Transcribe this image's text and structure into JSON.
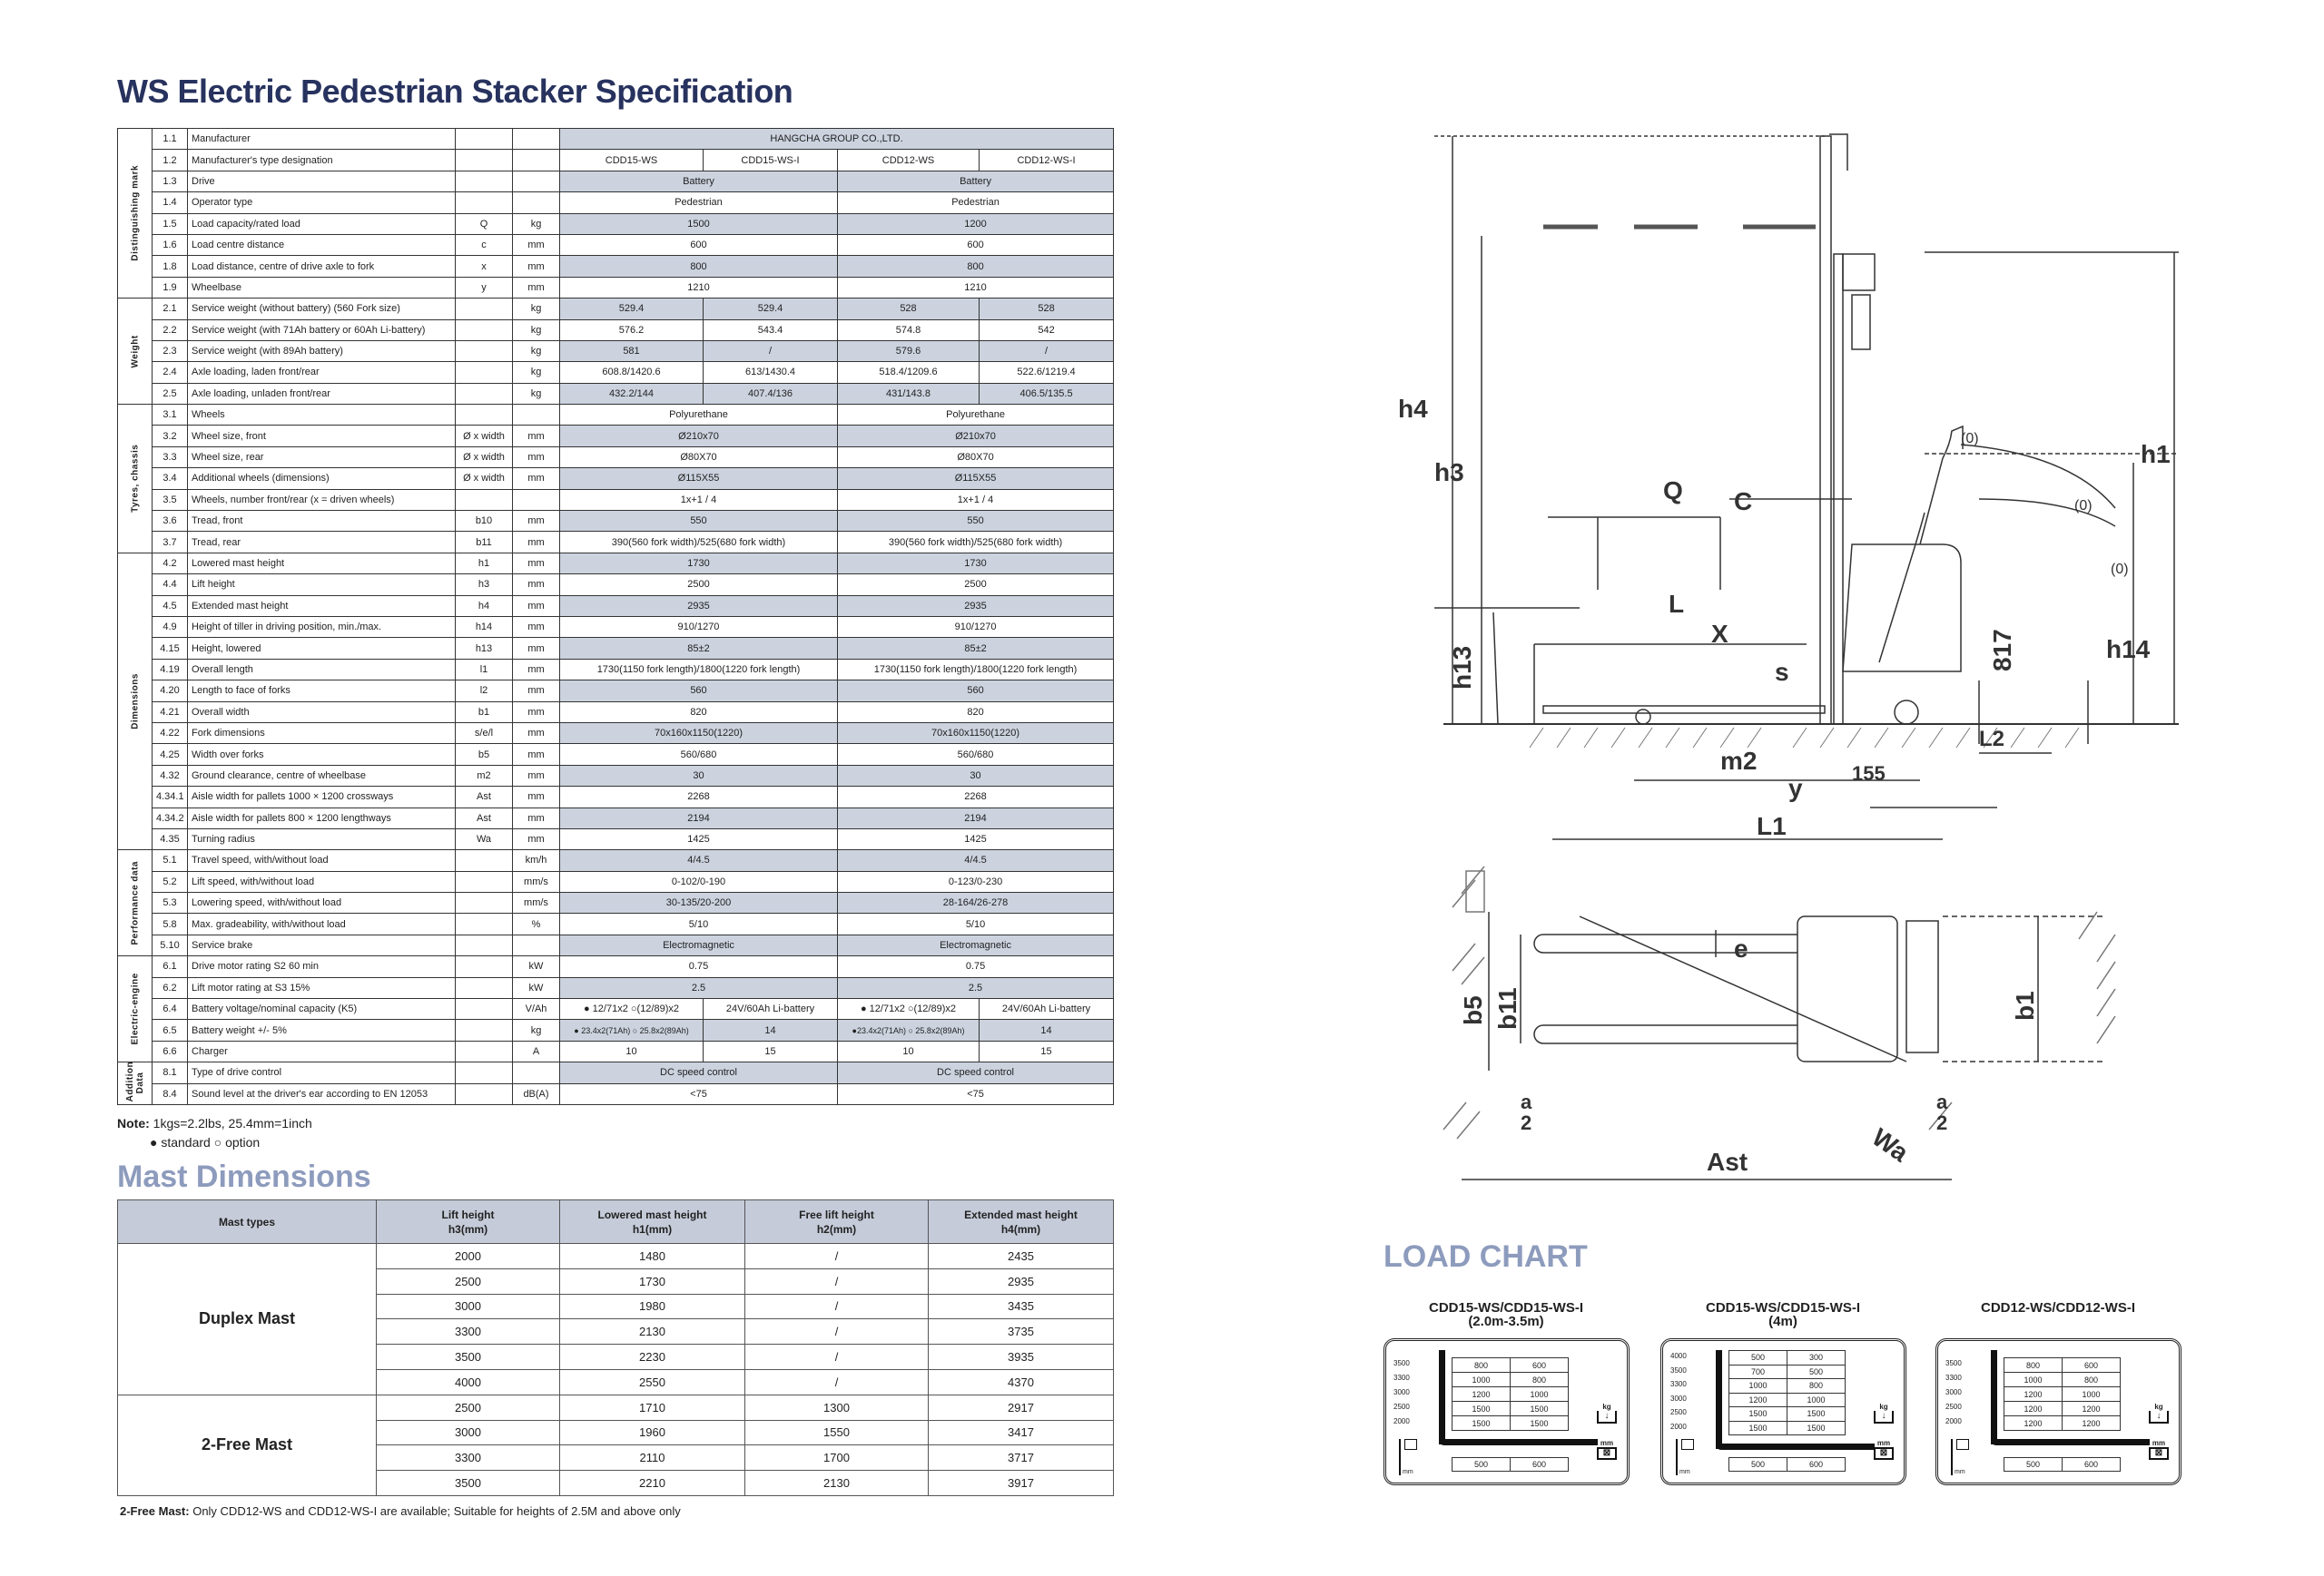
{
  "title": "WS Electric Pedestrian Stacker Specification",
  "spec": {
    "groups": [
      {
        "label": "Distinguishing mark",
        "rows": 8
      },
      {
        "label": "Weight",
        "rows": 5
      },
      {
        "label": "Tyres, chassis",
        "rows": 7
      },
      {
        "label": "Dimensions",
        "rows": 14
      },
      {
        "label": "Performance data",
        "rows": 5
      },
      {
        "label": "Electric-engine",
        "rows": 5
      },
      {
        "label": "Addition Data",
        "rows": 2
      }
    ],
    "rows": [
      {
        "no": "1.1",
        "name": "Manufacturer",
        "sym": "",
        "unit": "",
        "vals": [
          "HANGCHA GROUP CO.,LTD."
        ]
      },
      {
        "no": "1.2",
        "name": "Manufacturer's type designation",
        "sym": "",
        "unit": "",
        "vals": [
          "CDD15-WS",
          "CDD15-WS-I",
          "CDD12-WS",
          "CDD12-WS-I"
        ]
      },
      {
        "no": "1.3",
        "name": "Drive",
        "sym": "",
        "unit": "",
        "vals": [
          "Battery",
          "Battery"
        ]
      },
      {
        "no": "1.4",
        "name": "Operator type",
        "sym": "",
        "unit": "",
        "vals": [
          "Pedestrian",
          "Pedestrian"
        ]
      },
      {
        "no": "1.5",
        "name": "Load capacity/rated load",
        "sym": "Q",
        "unit": "kg",
        "vals": [
          "1500",
          "1200"
        ]
      },
      {
        "no": "1.6",
        "name": "Load centre distance",
        "sym": "c",
        "unit": "mm",
        "vals": [
          "600",
          "600"
        ]
      },
      {
        "no": "1.8",
        "name": "Load distance, centre of drive axle to fork",
        "sym": "x",
        "unit": "mm",
        "vals": [
          "800",
          "800"
        ]
      },
      {
        "no": "1.9",
        "name": "Wheelbase",
        "sym": "y",
        "unit": "mm",
        "vals": [
          "1210",
          "1210"
        ]
      },
      {
        "no": "2.1",
        "name": "Service weight (without battery) (560 Fork size)",
        "sym": "",
        "unit": "kg",
        "vals": [
          "529.4",
          "529.4",
          "528",
          "528"
        ]
      },
      {
        "no": "2.2",
        "name": "Service weight (with 71Ah battery or 60Ah Li-battery)",
        "sym": "",
        "unit": "kg",
        "vals": [
          "576.2",
          "543.4",
          "574.8",
          "542"
        ]
      },
      {
        "no": "2.3",
        "name": "Service weight (with 89Ah battery)",
        "sym": "",
        "unit": "kg",
        "vals": [
          "581",
          "/",
          "579.6",
          "/"
        ]
      },
      {
        "no": "2.4",
        "name": "Axle loading, laden front/rear",
        "sym": "",
        "unit": "kg",
        "vals": [
          "608.8/1420.6",
          "613/1430.4",
          "518.4/1209.6",
          "522.6/1219.4"
        ]
      },
      {
        "no": "2.5",
        "name": "Axle loading, unladen front/rear",
        "sym": "",
        "unit": "kg",
        "vals": [
          "432.2/144",
          "407.4/136",
          "431/143.8",
          "406.5/135.5"
        ]
      },
      {
        "no": "3.1",
        "name": "Wheels",
        "sym": "",
        "unit": "",
        "vals": [
          "Polyurethane",
          "Polyurethane"
        ]
      },
      {
        "no": "3.2",
        "name": "Wheel size, front",
        "sym": "Ø x width",
        "unit": "mm",
        "vals": [
          "Ø210x70",
          "Ø210x70"
        ]
      },
      {
        "no": "3.3",
        "name": "Wheel size, rear",
        "sym": "Ø x width",
        "unit": "mm",
        "vals": [
          "Ø80X70",
          "Ø80X70"
        ]
      },
      {
        "no": "3.4",
        "name": "Additional wheels (dimensions)",
        "sym": "Ø x width",
        "unit": "mm",
        "vals": [
          "Ø115X55",
          "Ø115X55"
        ]
      },
      {
        "no": "3.5",
        "name": "Wheels, number front/rear (x = driven wheels)",
        "sym": "",
        "unit": "",
        "vals": [
          "1x+1 / 4",
          "1x+1 / 4"
        ]
      },
      {
        "no": "3.6",
        "name": "Tread, front",
        "sym": "b10",
        "unit": "mm",
        "vals": [
          "550",
          "550"
        ]
      },
      {
        "no": "3.7",
        "name": "Tread, rear",
        "sym": "b11",
        "unit": "mm",
        "vals": [
          "390(560 fork width)/525(680 fork width)",
          "390(560 fork width)/525(680 fork width)"
        ]
      },
      {
        "no": "4.2",
        "name": "Lowered mast height",
        "sym": "h1",
        "unit": "mm",
        "vals": [
          "1730",
          "1730"
        ]
      },
      {
        "no": "4.4",
        "name": "Lift height",
        "sym": "h3",
        "unit": "mm",
        "vals": [
          "2500",
          "2500"
        ]
      },
      {
        "no": "4.5",
        "name": "Extended mast height",
        "sym": "h4",
        "unit": "mm",
        "vals": [
          "2935",
          "2935"
        ]
      },
      {
        "no": "4.9",
        "name": "Height of tiller in driving position, min./max.",
        "sym": "h14",
        "unit": "mm",
        "vals": [
          "910/1270",
          "910/1270"
        ]
      },
      {
        "no": "4.15",
        "name": "Height, lowered",
        "sym": "h13",
        "unit": "mm",
        "vals": [
          "85±2",
          "85±2"
        ]
      },
      {
        "no": "4.19",
        "name": "Overall length",
        "sym": "l1",
        "unit": "mm",
        "vals": [
          "1730(1150 fork length)/1800(1220 fork length)",
          "1730(1150 fork length)/1800(1220 fork length)"
        ]
      },
      {
        "no": "4.20",
        "name": "Length to face of forks",
        "sym": "l2",
        "unit": "mm",
        "vals": [
          "560",
          "560"
        ]
      },
      {
        "no": "4.21",
        "name": "Overall width",
        "sym": "b1",
        "unit": "mm",
        "vals": [
          "820",
          "820"
        ]
      },
      {
        "no": "4.22",
        "name": "Fork dimensions",
        "sym": "s/e/l",
        "unit": "mm",
        "vals": [
          "70x160x1150(1220)",
          "70x160x1150(1220)"
        ]
      },
      {
        "no": "4.25",
        "name": "Width over forks",
        "sym": "b5",
        "unit": "mm",
        "vals": [
          "560/680",
          "560/680"
        ]
      },
      {
        "no": "4.32",
        "name": "Ground clearance, centre of wheelbase",
        "sym": "m2",
        "unit": "mm",
        "vals": [
          "30",
          "30"
        ]
      },
      {
        "no": "4.34.1",
        "name": "Aisle width for pallets 1000 × 1200 crossways",
        "sym": "Ast",
        "unit": "mm",
        "vals": [
          "2268",
          "2268"
        ]
      },
      {
        "no": "4.34.2",
        "name": "Aisle width for pallets 800 × 1200 lengthways",
        "sym": "Ast",
        "unit": "mm",
        "vals": [
          "2194",
          "2194"
        ]
      },
      {
        "no": "4.35",
        "name": "Turning radius",
        "sym": "Wa",
        "unit": "mm",
        "vals": [
          "1425",
          "1425"
        ]
      },
      {
        "no": "5.1",
        "name": "Travel speed, with/without load",
        "sym": "",
        "unit": "km/h",
        "vals": [
          "4/4.5",
          "4/4.5"
        ]
      },
      {
        "no": "5.2",
        "name": "Lift speed, with/without load",
        "sym": "",
        "unit": "mm/s",
        "vals": [
          "0-102/0-190",
          "0-123/0-230"
        ]
      },
      {
        "no": "5.3",
        "name": "Lowering speed, with/without load",
        "sym": "",
        "unit": "mm/s",
        "vals": [
          "30-135/20-200",
          "28-164/26-278"
        ]
      },
      {
        "no": "5.8",
        "name": "Max. gradeability, with/without load",
        "sym": "",
        "unit": "%",
        "vals": [
          "5/10",
          "5/10"
        ]
      },
      {
        "no": "5.10",
        "name": "Service brake",
        "sym": "",
        "unit": "",
        "vals": [
          "Electromagnetic",
          "Electromagnetic"
        ]
      },
      {
        "no": "6.1",
        "name": "Drive motor rating S2 60 min",
        "sym": "",
        "unit": "kW",
        "vals": [
          "0.75",
          "0.75"
        ]
      },
      {
        "no": "6.2",
        "name": "Lift motor rating at S3 15%",
        "sym": "",
        "unit": "kW",
        "vals": [
          "2.5",
          "2.5"
        ]
      },
      {
        "no": "6.4",
        "name": "Battery voltage/nominal capacity (K5)",
        "sym": "",
        "unit": "V/Ah",
        "vals": [
          "● 12/71x2 ○(12/89)x2",
          "24V/60Ah Li-battery",
          "● 12/71x2 ○(12/89)x2",
          "24V/60Ah Li-battery"
        ]
      },
      {
        "no": "6.5",
        "name": "Battery weight +/- 5%",
        "sym": "",
        "unit": "kg",
        "vals": [
          "● 23.4x2(71Ah) ○ 25.8x2(89Ah)",
          "14",
          "●23.4x2(71Ah) ○ 25.8x2(89Ah)",
          "14"
        ]
      },
      {
        "no": "6.6",
        "name": "Charger",
        "sym": "",
        "unit": "A",
        "vals": [
          "10",
          "15",
          "10",
          "15"
        ]
      },
      {
        "no": "8.1",
        "name": "Type of drive control",
        "sym": "",
        "unit": "",
        "vals": [
          "DC speed control",
          "DC speed control"
        ]
      },
      {
        "no": "8.4",
        "name": "Sound level at the driver's ear according to EN 12053",
        "sym": "",
        "unit": "dB(A)",
        "vals": [
          "<75",
          "<75"
        ]
      }
    ]
  },
  "note": {
    "label": "Note:",
    "text": "1kgs=2.2lbs, 25.4mm=1inch",
    "legend": "● standard  ○ option"
  },
  "mast": {
    "title": "Mast Dimensions",
    "headers": [
      [
        "Mast types",
        ""
      ],
      [
        "Lift height",
        "h3(mm)"
      ],
      [
        "Lowered mast height",
        "h1(mm)"
      ],
      [
        "Free lift height",
        "h2(mm)"
      ],
      [
        "Extended mast height",
        "h4(mm)"
      ]
    ],
    "groups": [
      {
        "type": "Duplex Mast",
        "rows": [
          [
            "2000",
            "1480",
            "/",
            "2435"
          ],
          [
            "2500",
            "1730",
            "/",
            "2935"
          ],
          [
            "3000",
            "1980",
            "/",
            "3435"
          ],
          [
            "3300",
            "2130",
            "/",
            "3735"
          ],
          [
            "3500",
            "2230",
            "/",
            "3935"
          ],
          [
            "4000",
            "2550",
            "/",
            "4370"
          ]
        ]
      },
      {
        "type": "2-Free Mast",
        "rows": [
          [
            "2500",
            "1710",
            "1300",
            "2917"
          ],
          [
            "3000",
            "1960",
            "1550",
            "3417"
          ],
          [
            "3300",
            "2110",
            "1700",
            "3717"
          ],
          [
            "3500",
            "2210",
            "2130",
            "3917"
          ]
        ]
      }
    ],
    "footnote_label": "2-Free Mast:",
    "footnote": "Only CDD12-WS and CDD12-WS-I are available; Suitable for heights of 2.5M and above only"
  },
  "diagram": {
    "labels": [
      "h4",
      "h3",
      "Q",
      "C",
      "h1",
      "L",
      "X",
      "h13",
      "s",
      "817",
      "h14",
      "m2",
      "L2",
      "155",
      "y",
      "L1",
      "(0)",
      "(0)",
      "(0)",
      "e",
      "b5",
      "b11",
      "b1",
      "a",
      "2",
      "a",
      "2",
      "Wa",
      "Ast"
    ]
  },
  "load_chart": {
    "title": "LOAD CHART",
    "charts": [
      {
        "title": "CDD15-WS/CDD15-WS-I",
        "subtitle": "(2.0m-3.5m)",
        "heights": [
          "3500",
          "3300",
          "3000",
          "2500",
          "2000"
        ],
        "loads": [
          [
            "800",
            "600"
          ],
          [
            "1000",
            "800"
          ],
          [
            "1200",
            "1000"
          ],
          [
            "1500",
            "1500"
          ],
          [
            "1500",
            "1500"
          ]
        ],
        "centres": [
          "500",
          "600"
        ]
      },
      {
        "title": "CDD15-WS/CDD15-WS-I",
        "subtitle": "(4m)",
        "heights": [
          "4000",
          "3500",
          "3300",
          "3000",
          "2500",
          "2000"
        ],
        "loads": [
          [
            "500",
            "300"
          ],
          [
            "700",
            "500"
          ],
          [
            "1000",
            "800"
          ],
          [
            "1200",
            "1000"
          ],
          [
            "1500",
            "1500"
          ],
          [
            "1500",
            "1500"
          ]
        ],
        "centres": [
          "500",
          "600"
        ]
      },
      {
        "title": "CDD12-WS/CDD12-WS-I",
        "subtitle": "",
        "heights": [
          "3500",
          "3300",
          "3000",
          "2500",
          "2000"
        ],
        "loads": [
          [
            "800",
            "600"
          ],
          [
            "1000",
            "800"
          ],
          [
            "1200",
            "1000"
          ],
          [
            "1200",
            "1200"
          ],
          [
            "1200",
            "1200"
          ]
        ],
        "centres": [
          "500",
          "600"
        ]
      }
    ],
    "kg": "kg",
    "mm": "mm"
  }
}
